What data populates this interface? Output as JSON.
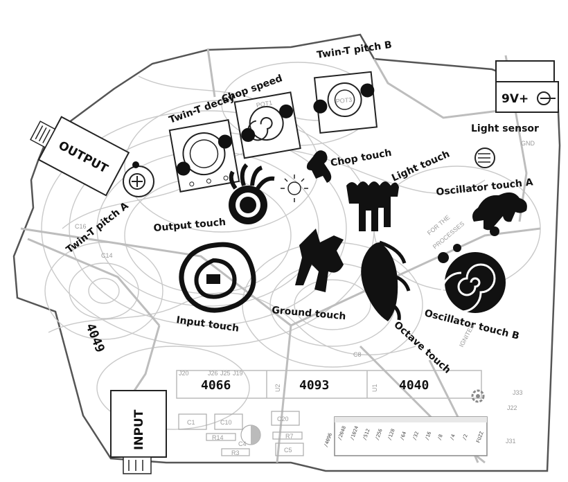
{
  "connectors": {
    "output": "OUTPUT",
    "input": "INPUT",
    "power": "9V+"
  },
  "pots": {
    "twin_t_decay": "Twin-T decay",
    "chop_speed": "Chop speed",
    "twin_t_pitch_b": "Twin-T pitch B",
    "twin_t_pitch_a": "Twin-T pitch A",
    "pot1_silk": "POT1",
    "pot3_silk": "POT3"
  },
  "sensors": {
    "light_sensor": "Light sensor"
  },
  "touch_pads": {
    "chop": "Chop touch",
    "light": "Light touch",
    "oscillator_a": "Oscillator touch A",
    "output": "Output touch",
    "input": "Input touch",
    "ground": "Ground touch",
    "octave": "Octave touch",
    "oscillator_b": "Oscillator touch B"
  },
  "chips": {
    "c4049": "4049",
    "c4066": "4066",
    "c4093": "4093",
    "c4040": "4040"
  },
  "silkscreen": {
    "c1": "C1",
    "c10": "C10",
    "c20": "C20",
    "r14": "R14",
    "r7": "R7",
    "c4": "C4",
    "c5": "C5",
    "r3": "R3",
    "j20": "J20",
    "j26": "J26",
    "j25": "J25",
    "j19": "J19",
    "u2": "U2",
    "u1": "U1",
    "c8": "C8",
    "j33": "J33",
    "j22": "J22",
    "j31": "J31",
    "gnd": "GND",
    "c16": "C16",
    "c14": "C14",
    "forthe": "FOR THE",
    "processes": "PROCESSES",
    "ignites": "IGNITES"
  },
  "header_pins": [
    "/4096",
    "/2048",
    "/1024",
    "/512",
    "/256",
    "/128",
    "/64",
    "/32",
    "/16",
    "/8",
    "/4",
    "/2",
    "FUZZ"
  ],
  "colors": {
    "ink": "#111111",
    "trace": "#bdbdbd",
    "contour": "#c9c9c9",
    "board": "#ffffff"
  }
}
